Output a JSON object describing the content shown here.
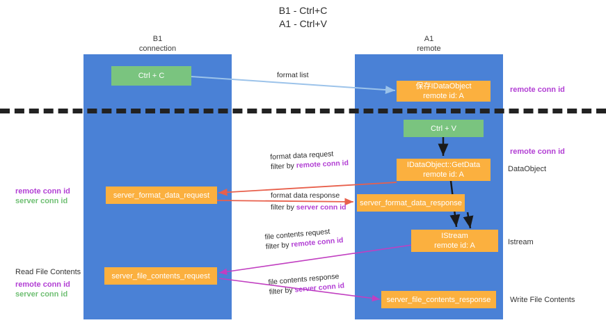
{
  "title": {
    "line1": "B1 - Ctrl+C",
    "line2": "A1 - Ctrl+V"
  },
  "columns": [
    {
      "name": "B1",
      "sub": "connection"
    },
    {
      "name": "A1",
      "sub": "remote"
    }
  ],
  "nodes": {
    "ctrl_c": {
      "line1": "Ctrl + C",
      "line2": ""
    },
    "save_dataobject": {
      "line1": "保存IDataObject",
      "line2": "remote id: A"
    },
    "ctrl_v": {
      "line1": "Ctrl + V",
      "line2": ""
    },
    "getdata": {
      "line1": "IDataObject::GetData",
      "line2": "remote id: A"
    },
    "fmt_req": {
      "line1": "server_format_data_request",
      "line2": ""
    },
    "fmt_resp": {
      "line1": "server_format_data_response",
      "line2": ""
    },
    "istream": {
      "line1": "IStream",
      "line2": "remote id: A"
    },
    "file_req": {
      "line1": "server_file_contents_request",
      "line2": ""
    },
    "file_resp": {
      "line1": "server_file_contents_response",
      "line2": ""
    }
  },
  "edges": {
    "format_list": {
      "line1": "format list",
      "line2": "",
      "filter": ""
    },
    "format_data_req": {
      "line1": "format data request",
      "prefix": "filter by ",
      "filter": "remote conn id"
    },
    "format_data_resp": {
      "line1": "format data response",
      "prefix": "filter by ",
      "filter": "server conn id"
    },
    "file_contents_req": {
      "line1": "file contents request",
      "prefix": "filter by ",
      "filter": "remote conn id"
    },
    "file_contents_resp": {
      "line1": "file contents response",
      "prefix": "filter by ",
      "filter": "server conn id"
    }
  },
  "annotations": {
    "right_top": "remote conn id",
    "right_getdata": "remote conn id",
    "right_dataobject": "DataObject",
    "right_istream": "Istream",
    "right_write": "Write File Contents",
    "left_mid_1": "remote conn id",
    "left_mid_2": "server conn id",
    "left_read": "Read File Contents",
    "left_low_1": "remote conn id",
    "left_low_2": "server conn id"
  },
  "colors": {
    "lane": "#4a81d6",
    "green": "#7ac47f",
    "orange": "#fbb03f",
    "purple": "#b23fd4",
    "green_text": "#6fbf73",
    "arrow_blue": "#9cc3ea",
    "arrow_red": "#e8604c",
    "arrow_magenta": "#c13fc1",
    "arrow_black": "#1a1a1a"
  }
}
